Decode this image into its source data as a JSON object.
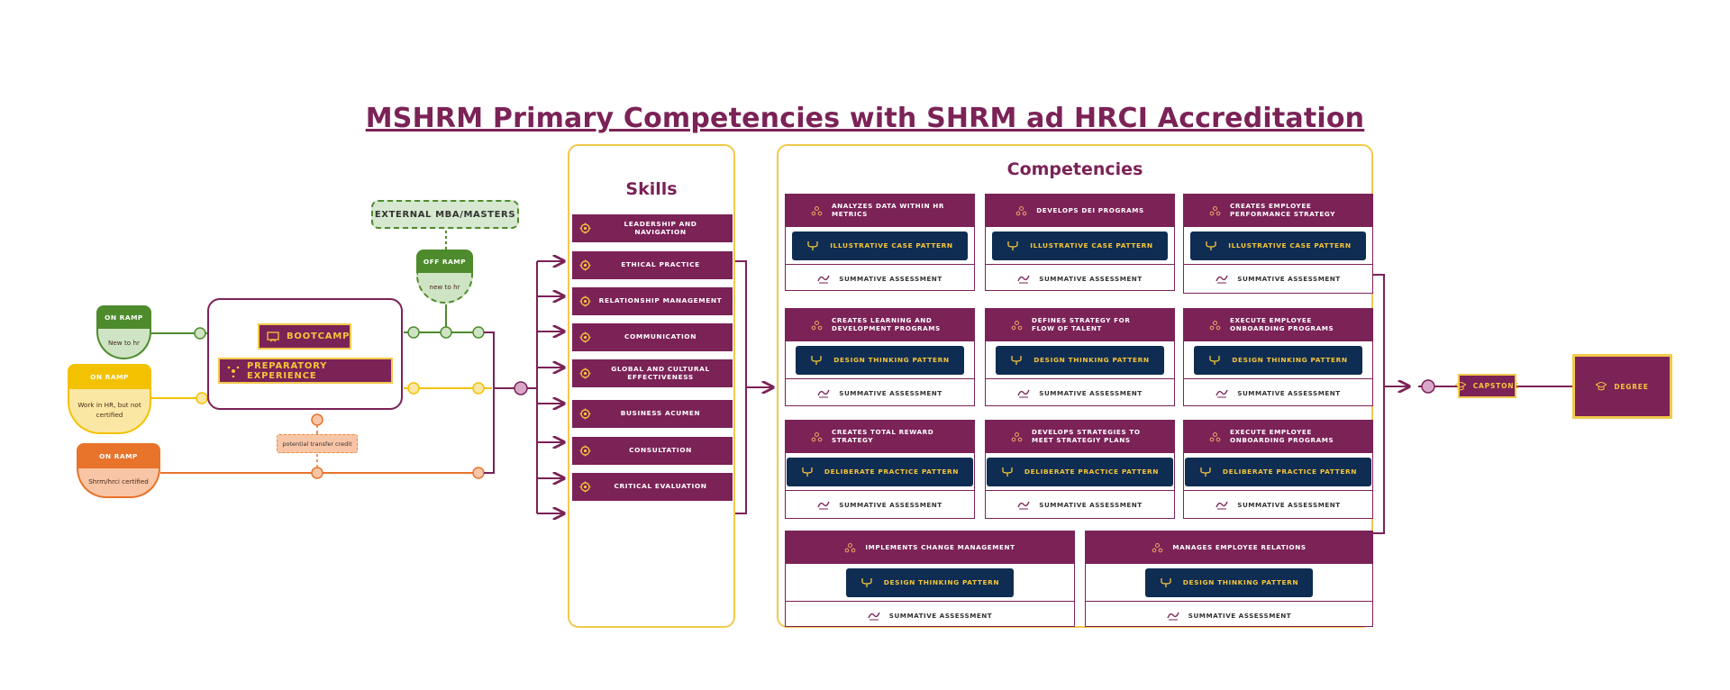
{
  "title": "MSHRM Primary Competencies with SHRM ad HRCI Accreditation",
  "colors": {
    "plum": "#7b2257",
    "gold": "#f2c94c",
    "navy": "#0f2d52",
    "green": "#4e8b2d",
    "yellow": "#f2c200",
    "orange": "#e8732a"
  },
  "on_ramps": [
    {
      "label": "ON RAMP",
      "desc": "New to hr"
    },
    {
      "label": "ON RAMP",
      "desc": "Work in HR, but not certified"
    },
    {
      "label": "ON RAMP",
      "desc": "Shrm/hrci certified"
    }
  ],
  "program": {
    "bootcamp": "BOOTCAMP",
    "preparatory": "PREPARATORY EXPERIENCE"
  },
  "transfer_credit": "potential transfer credit",
  "external": "EXTERNAL MBA/MASTERS",
  "off_ramp": {
    "label": "OFF RAMP",
    "desc": "new to hr"
  },
  "skills": {
    "title": "Skills",
    "items": [
      "Leadership and Navigation",
      "Ethical Practice",
      "Relationship Management",
      "Communication",
      "Global and Cultural Effectiveness",
      "Business Acumen",
      "Consultation",
      "Critical Evaluation"
    ]
  },
  "competencies": {
    "title": "Competencies",
    "assessment": "Summative Assessment",
    "cards": [
      {
        "title": "Analyzes data within HR metrics",
        "pattern": "Illustrative case pattern"
      },
      {
        "title": "Develops DEI programs",
        "pattern": "Illustrative case pattern"
      },
      {
        "title": "Creates employee performance strategy",
        "pattern": "Illustrative case pattern"
      },
      {
        "title": "Creates learning and development programs",
        "pattern": "Design thinking pattern"
      },
      {
        "title": "Defines strategy for flow of talent",
        "pattern": "Design thinking pattern"
      },
      {
        "title": "Execute employee onboarding programs",
        "pattern": "Design thinking pattern"
      },
      {
        "title": "Creates total reward strategy",
        "pattern": "Deliberate practice pattern"
      },
      {
        "title": "Develops strategies to meet strategiy plans",
        "pattern": "Deliberate practice pattern"
      },
      {
        "title": "Execute employee onboarding programs",
        "pattern": "Deliberate practice pattern"
      },
      {
        "title": "Implements change management",
        "pattern": "Design thinking pattern"
      },
      {
        "title": "Manages employee relations",
        "pattern": "Design thinking pattern"
      }
    ]
  },
  "capstone": "CAPSTONE",
  "degree": "DEGREE"
}
